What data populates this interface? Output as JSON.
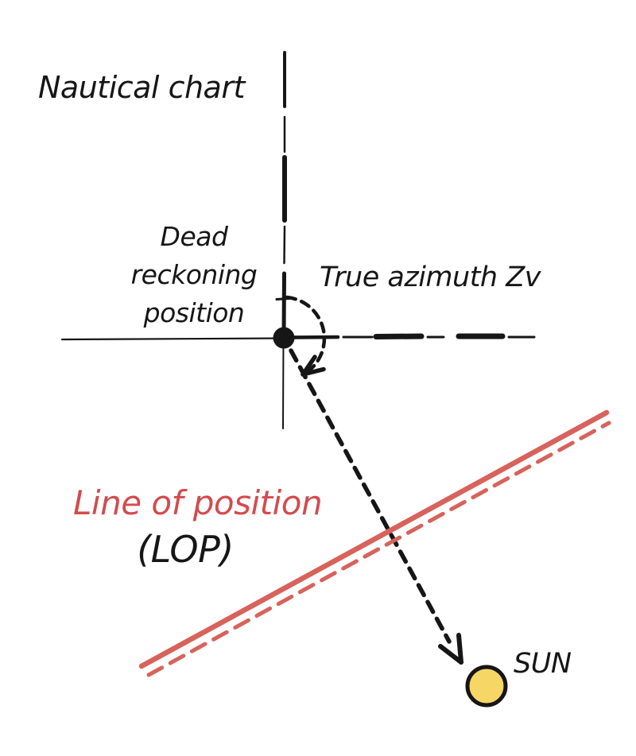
{
  "title": "Nautical chart",
  "labels": {
    "dead_reckoning_lines": [
      "Dead",
      "reckoning",
      "position"
    ],
    "true_azimuth": "True azimuth Zv",
    "line_of_position": "Line of position",
    "lop_abbrev": "(LOP)",
    "sun": "SUN"
  },
  "icons": [
    "dr-position-dot",
    "north-axis-dashed-line",
    "east-axis-dashed-line",
    "west-axis-line",
    "south-axis-line",
    "azimuth-arc-arrow",
    "sun-bearing-arrow",
    "lop-solid-line",
    "lop-dashed-line",
    "sun-icon"
  ],
  "colors": {
    "ink": "#161616",
    "red_text": "#d34b4e",
    "red_line": "#d8625c",
    "sun_fill": "#f6d664",
    "background": "#ffffff"
  }
}
